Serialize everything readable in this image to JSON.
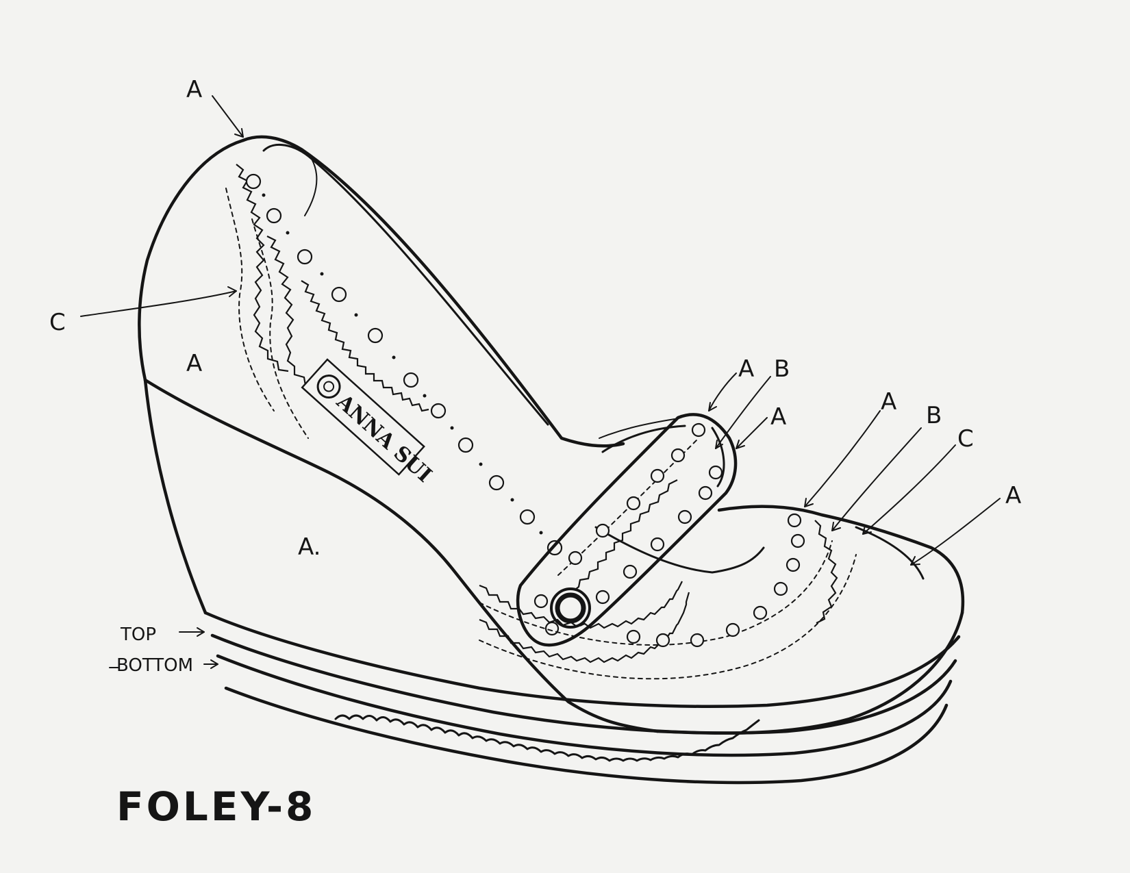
{
  "model_name": "FOLEY-8",
  "callouts": [
    {
      "id": "heel-collar",
      "text": "A"
    },
    {
      "id": "quarter-trim",
      "text": "C"
    },
    {
      "id": "quarter-panel",
      "text": "A"
    },
    {
      "id": "wedge-heel",
      "text": "A."
    },
    {
      "id": "strap-edge",
      "text": "A"
    },
    {
      "id": "strap-stitch",
      "text": "B"
    },
    {
      "id": "strap-inner",
      "text": "A"
    },
    {
      "id": "vamp-edge",
      "text": "A"
    },
    {
      "id": "vamp-stitch",
      "text": "B"
    },
    {
      "id": "vamp-trim",
      "text": "C"
    },
    {
      "id": "toe-cap",
      "text": "A"
    }
  ],
  "sole_labels": {
    "top": "TOP",
    "bottom": "BOTTOM"
  },
  "brand_logo_text": "ANNA SUI",
  "colors": {
    "ink": "#151515",
    "paper": "#f3f3f1"
  }
}
